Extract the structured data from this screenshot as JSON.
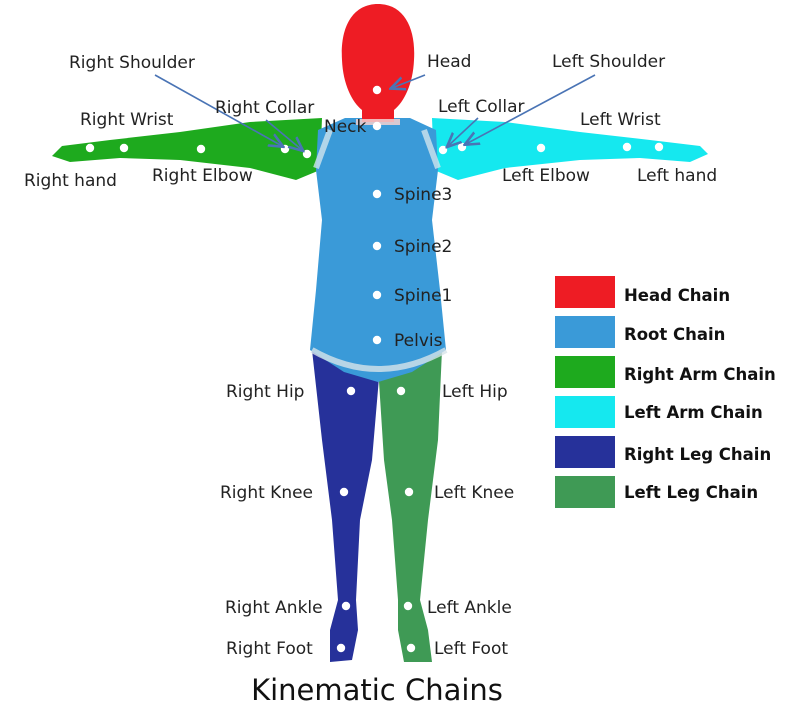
{
  "labels": {
    "head": "Head",
    "neck": "Neck",
    "right_shoulder": "Right Shoulder",
    "left_shoulder": "Left Shoulder",
    "right_collar": "Right Collar",
    "left_collar": "Left Collar",
    "right_wrist": "Right Wrist",
    "left_wrist": "Left Wrist",
    "right_hand": "Right hand",
    "left_hand": "Left hand",
    "right_elbow": "Right Elbow",
    "left_elbow": "Left Elbow",
    "spine3": "Spine3",
    "spine2": "Spine2",
    "spine1": "Spine1",
    "pelvis": "Pelvis",
    "right_hip": "Right Hip",
    "left_hip": "Left Hip",
    "right_knee": "Right Knee",
    "left_knee": "Left Knee",
    "right_ankle": "Right Ankle",
    "left_ankle": "Left Ankle",
    "right_foot": "Right Foot",
    "left_foot": "Left Foot"
  },
  "legend": [
    {
      "label": "Head Chain",
      "color": "#ee1c24"
    },
    {
      "label": "Root Chain",
      "color": "#3a9ad8"
    },
    {
      "label": "Right Arm Chain",
      "color": "#1eaa1e"
    },
    {
      "label": "Left Arm Chain",
      "color": "#15e8ef"
    },
    {
      "label": "Right Leg Chain",
      "color": "#26319a"
    },
    {
      "label": "Left Leg Chain",
      "color": "#3f9a55"
    }
  ],
  "caption": "Kinematic Chains"
}
